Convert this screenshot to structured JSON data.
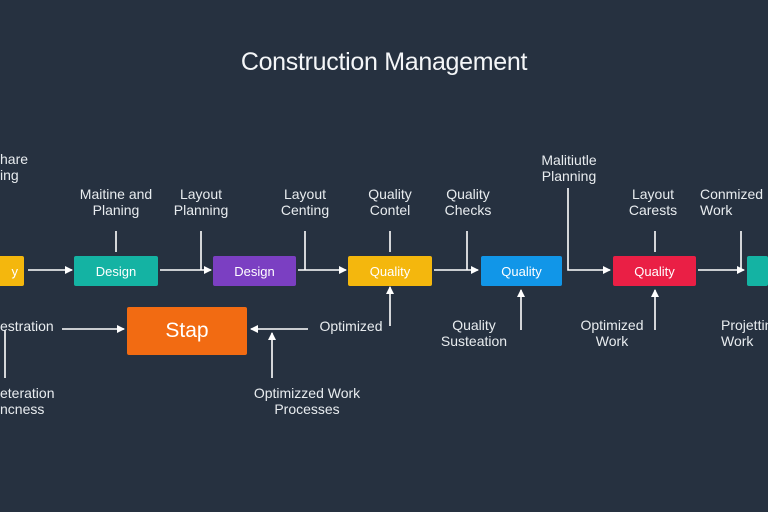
{
  "diagram": {
    "title": "Construction Management",
    "colors": {
      "background": "#263140",
      "teal": "#14b3a3",
      "purple": "#7b3fc2",
      "amber": "#f4b70d",
      "blue": "#1196e8",
      "red": "#ea1f45",
      "orange": "#f26b12",
      "line": "#ffffff"
    },
    "nodes": {
      "left_edge": "y",
      "design_1": "Design",
      "design_2": "Design",
      "quality_1": "Quality",
      "quality_2": "Quality",
      "quality_3": "Quality",
      "stap": "Stap"
    },
    "labels": {
      "top_left_cut": "hare\ning",
      "maitine": "Maitine and\nPlaning",
      "layout_planning": "Layout\nPlanning",
      "layout_centing": "Layout\nCenting",
      "quality_contel": "Quality\nContel",
      "quality_checks": "Quality\nChecks",
      "malitiutle": "Malitiutle\nPlanning",
      "layout_carests": "Layout\nCarests",
      "conmized": "Conmized\nWork",
      "estration": "estration",
      "optimized_mid": "Optimized",
      "eteration": "eteration\nncness",
      "optimized_processes": "Optimizzed Work\nProcesses",
      "quality_susteation": "Quality\nSusteation",
      "optimized_work": "Optimized\nWork",
      "projetting": "Projetting\nWork"
    }
  }
}
